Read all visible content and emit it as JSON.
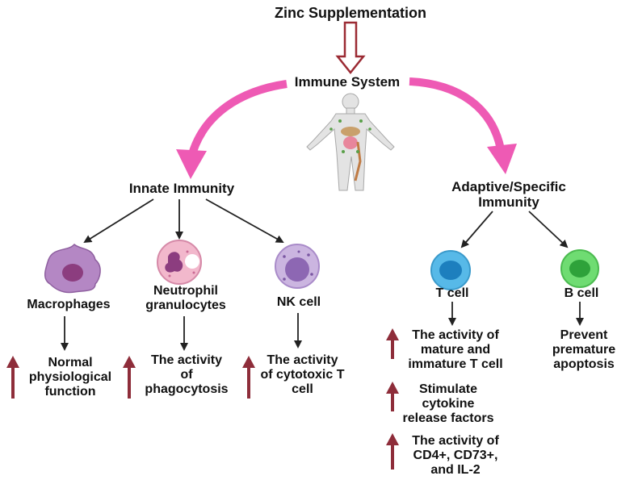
{
  "title": "Zinc Supplementation",
  "immune_system": "Immune System",
  "branches": {
    "innate": "Innate Immunity",
    "adaptive": "Adaptive/Specific\nImmunity"
  },
  "cells": {
    "macrophages": {
      "label": "Macrophages",
      "effect": "Normal\nphysiological\nfunction"
    },
    "neutrophil": {
      "label": "Neutrophil\ngranulocytes",
      "effect": "The activity\nof\nphagocytosis"
    },
    "nk": {
      "label": "NK cell",
      "effect": "The activity\nof cytotoxic T\ncell"
    },
    "tcell": {
      "label": "T cell",
      "effects": [
        "The activity of\nmature and\nimmature T cell",
        "Stimulate\ncytokine\nrelease factors",
        "The activity of\nCD4+, CD73+,\nand IL-2"
      ]
    },
    "bcell": {
      "label": "B cell",
      "effect": "Prevent\npremature\napoptosis"
    }
  },
  "colors": {
    "curved_arrow": "#ee5ab4",
    "up_arrow": "#8e2d3a",
    "macrophage": "#b487c4",
    "neutrophil": "#f2b8cc",
    "nk_cell": "#cbb5e0",
    "t_cell": "#57b9e8",
    "b_cell": "#6fdc72"
  }
}
